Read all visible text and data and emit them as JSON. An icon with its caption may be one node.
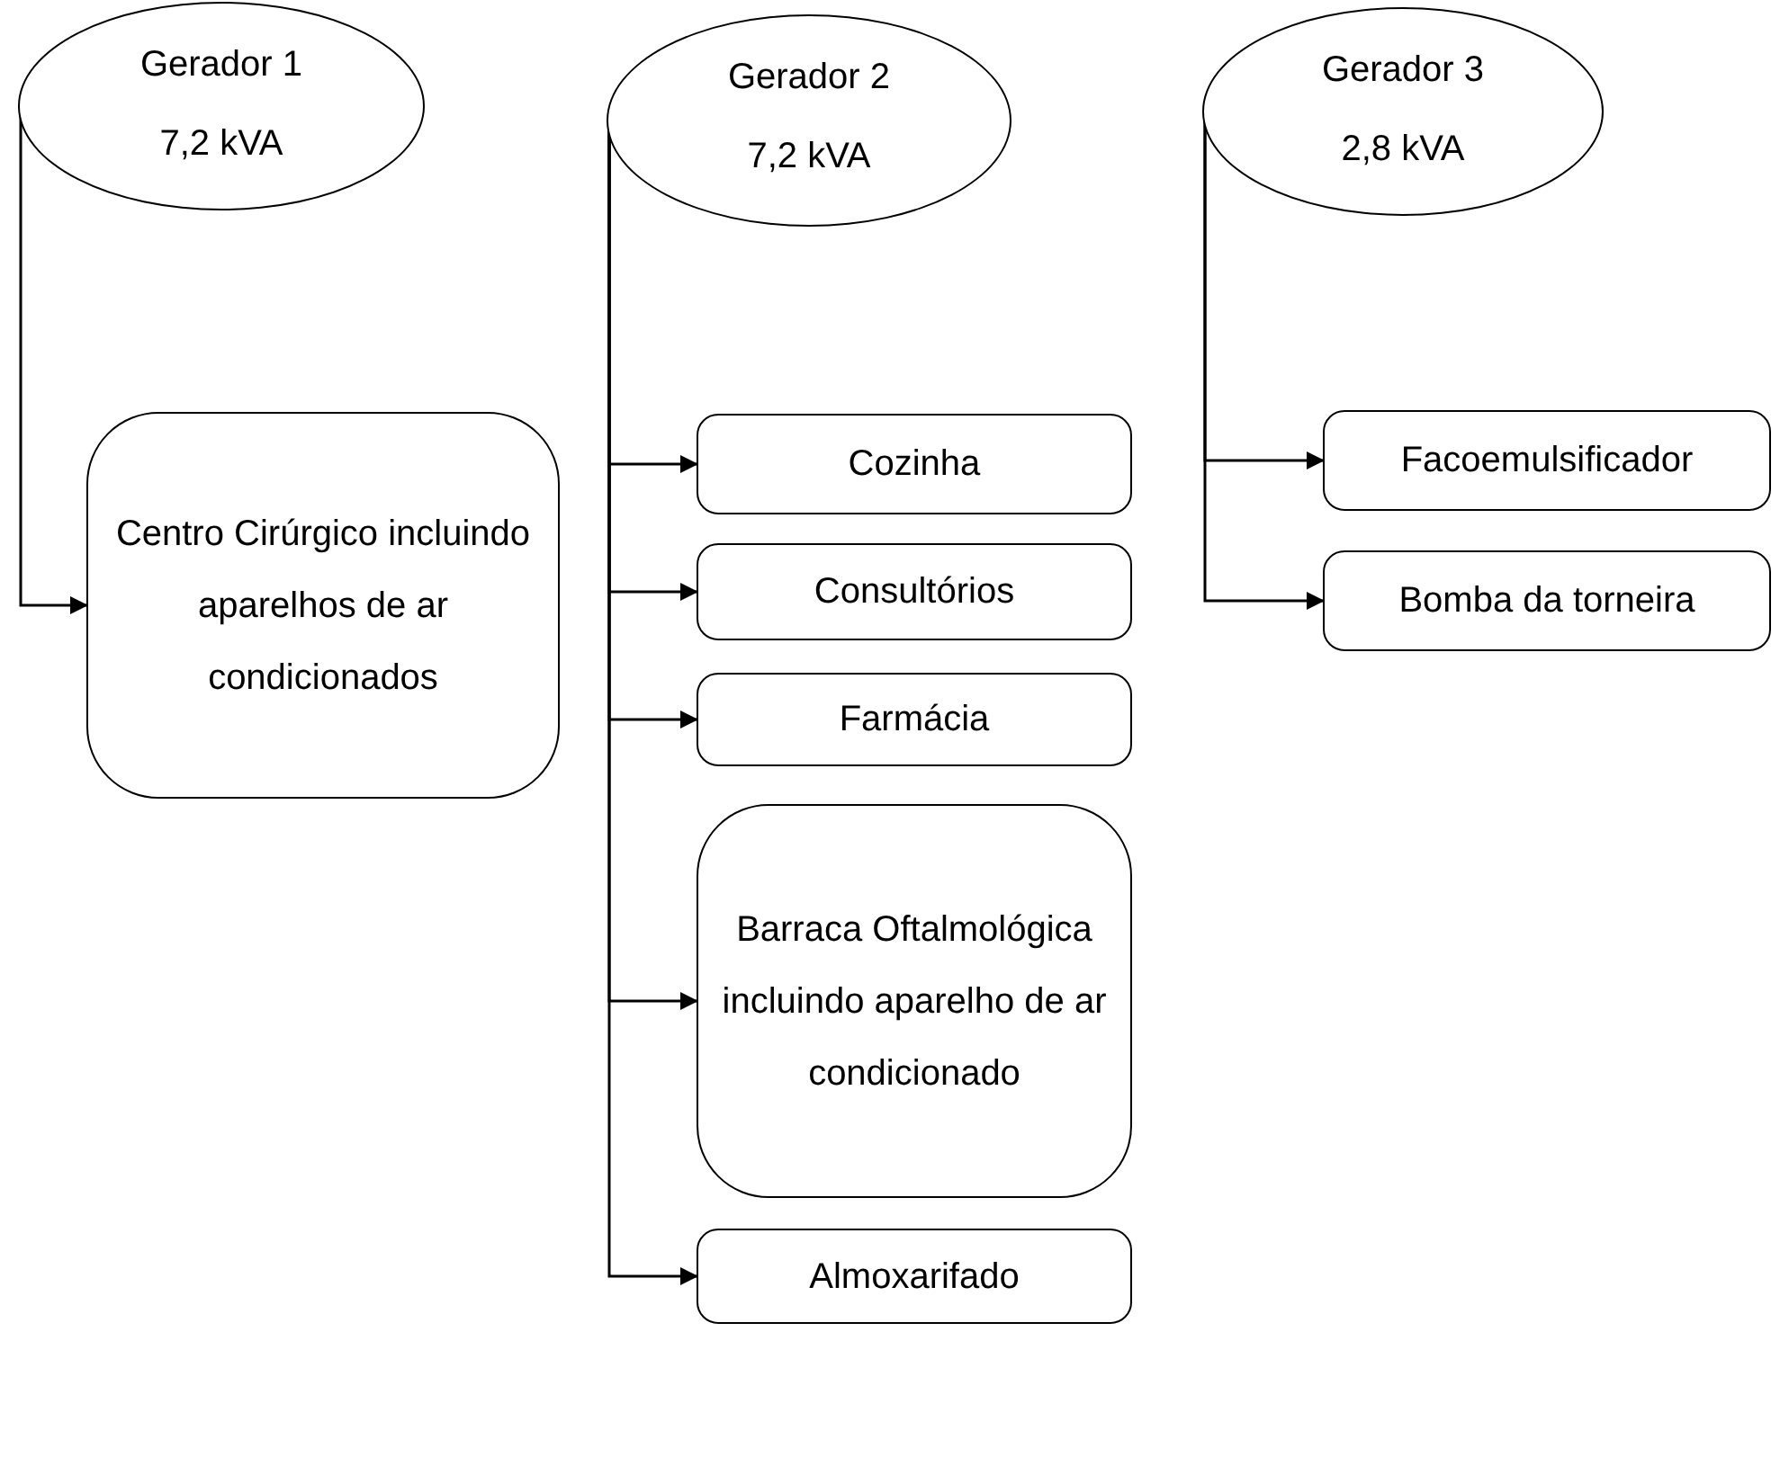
{
  "diagram": {
    "nodes": [
      {
        "text": [
          "Gerador 1",
          "7,2 kVA"
        ]
      },
      {
        "text": [
          "Gerador 2",
          "7,2 kVA"
        ]
      },
      {
        "text": [
          "Gerador 3",
          "2,8 kVA"
        ]
      },
      {
        "text": [
          "Centro Cirúrgico incluindo aparelhos de ar condicionados"
        ]
      },
      {
        "text": [
          "Cozinha"
        ]
      },
      {
        "text": [
          "Consultórios"
        ]
      },
      {
        "text": [
          "Farmácia"
        ]
      },
      {
        "text": [
          "Barraca Oftalmológica incluindo aparelho de ar condicionado"
        ]
      },
      {
        "text": [
          "Almoxarifado"
        ]
      },
      {
        "text": [
          "Facoemulsificador"
        ]
      },
      {
        "text": [
          "Bomba da torneira"
        ]
      }
    ],
    "edges": [
      {
        "from": 0,
        "to": 3,
        "arrow": "to"
      },
      {
        "from": 1,
        "to": 4,
        "arrow": "to"
      },
      {
        "from": 1,
        "to": 5,
        "arrow": "to"
      },
      {
        "from": 1,
        "to": 6,
        "arrow": "to"
      },
      {
        "from": 1,
        "to": 7,
        "arrow": "to"
      },
      {
        "from": 1,
        "to": 8,
        "arrow": "to"
      },
      {
        "from": 2,
        "to": 9,
        "arrow": "to"
      },
      {
        "from": 2,
        "to": 10,
        "arrow": "to"
      }
    ]
  }
}
